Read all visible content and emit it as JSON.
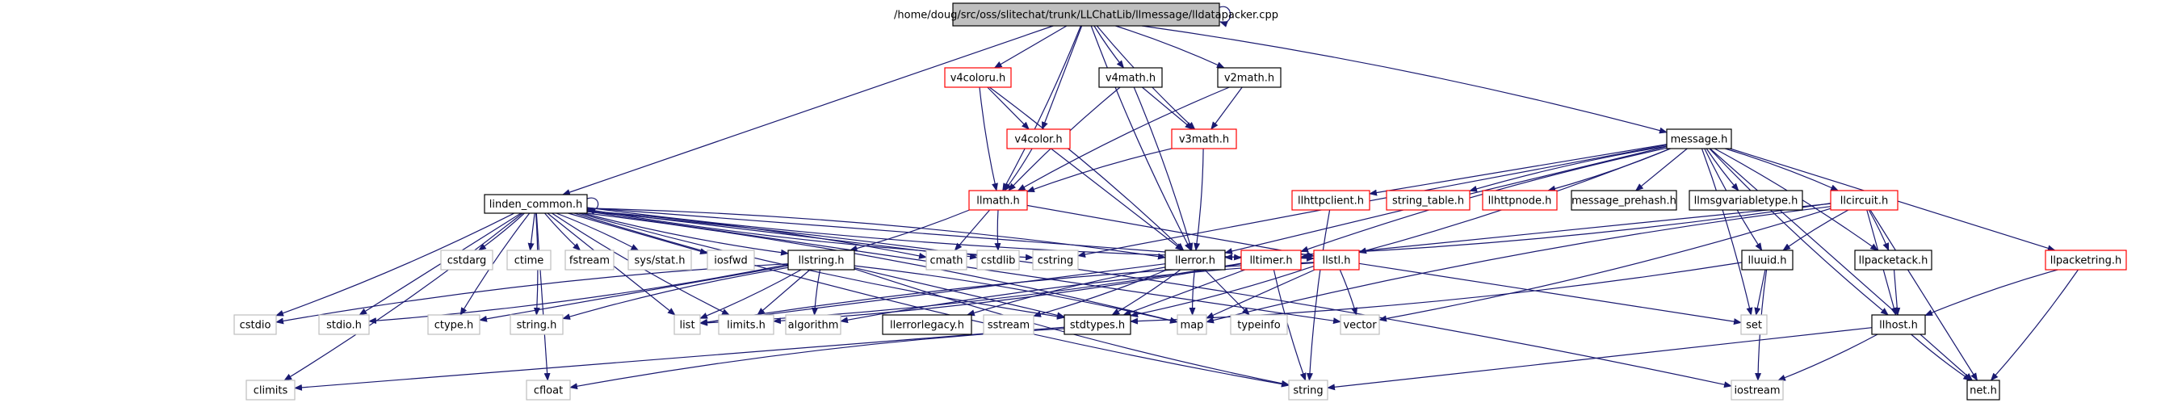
{
  "colors": {
    "edge": "#191970",
    "root_fill": "#bfbfbf",
    "normal_border": "#000000",
    "linked_border": "#ff0000",
    "system_border": "#bfbfbf",
    "fill": "#ffffff"
  },
  "nodes": [
    {
      "id": "root",
      "label": "/home/doug/src/oss/slitechat/trunk/LLChatLib/llmessage/lldatapacker.cpp",
      "kind": "root"
    },
    {
      "id": "v4coloru",
      "label": "v4coloru.h",
      "kind": "linked"
    },
    {
      "id": "v4math",
      "label": "v4math.h",
      "kind": "normal"
    },
    {
      "id": "v2math",
      "label": "v2math.h",
      "kind": "normal"
    },
    {
      "id": "v4color",
      "label": "v4color.h",
      "kind": "linked"
    },
    {
      "id": "v3math",
      "label": "v3math.h",
      "kind": "linked"
    },
    {
      "id": "message",
      "label": "message.h",
      "kind": "normal"
    },
    {
      "id": "linden_common",
      "label": "linden_common.h",
      "kind": "normal"
    },
    {
      "id": "llmath",
      "label": "llmath.h",
      "kind": "linked"
    },
    {
      "id": "llhttpclient",
      "label": "llhttpclient.h",
      "kind": "linked"
    },
    {
      "id": "string_table",
      "label": "string_table.h",
      "kind": "linked"
    },
    {
      "id": "llhttpnode",
      "label": "llhttpnode.h",
      "kind": "linked"
    },
    {
      "id": "message_prehash",
      "label": "message_prehash.h",
      "kind": "normal"
    },
    {
      "id": "llmsgvariabletype",
      "label": "llmsgvariabletype.h",
      "kind": "normal"
    },
    {
      "id": "llcircuit",
      "label": "llcircuit.h",
      "kind": "linked"
    },
    {
      "id": "cstdarg",
      "label": "cstdarg",
      "kind": "system"
    },
    {
      "id": "ctime",
      "label": "ctime",
      "kind": "system"
    },
    {
      "id": "fstream",
      "label": "fstream",
      "kind": "system"
    },
    {
      "id": "sysstat",
      "label": "sys/stat.h",
      "kind": "system"
    },
    {
      "id": "iosfwd",
      "label": "iosfwd",
      "kind": "system"
    },
    {
      "id": "llstring",
      "label": "llstring.h",
      "kind": "normal"
    },
    {
      "id": "cmath",
      "label": "cmath",
      "kind": "system"
    },
    {
      "id": "cstdlib",
      "label": "cstdlib",
      "kind": "system"
    },
    {
      "id": "cstring",
      "label": "cstring",
      "kind": "system"
    },
    {
      "id": "llerror",
      "label": "llerror.h",
      "kind": "normal"
    },
    {
      "id": "lltimer",
      "label": "lltimer.h",
      "kind": "linked"
    },
    {
      "id": "llstl",
      "label": "llstl.h",
      "kind": "linked"
    },
    {
      "id": "lluuid",
      "label": "lluuid.h",
      "kind": "normal"
    },
    {
      "id": "llpacketack",
      "label": "llpacketack.h",
      "kind": "normal"
    },
    {
      "id": "llpacketring",
      "label": "llpacketring.h",
      "kind": "linked"
    },
    {
      "id": "cstdio",
      "label": "cstdio",
      "kind": "system"
    },
    {
      "id": "stdioh",
      "label": "stdio.h",
      "kind": "system"
    },
    {
      "id": "ctypeh",
      "label": "ctype.h",
      "kind": "system"
    },
    {
      "id": "stringh",
      "label": "string.h",
      "kind": "system"
    },
    {
      "id": "list",
      "label": "list",
      "kind": "system"
    },
    {
      "id": "limitsh",
      "label": "limits.h",
      "kind": "system"
    },
    {
      "id": "algorithm",
      "label": "algorithm",
      "kind": "system"
    },
    {
      "id": "llerrorlegacy",
      "label": "llerrorlegacy.h",
      "kind": "normal"
    },
    {
      "id": "sstream",
      "label": "sstream",
      "kind": "system"
    },
    {
      "id": "stdtypes",
      "label": "stdtypes.h",
      "kind": "normal"
    },
    {
      "id": "map",
      "label": "map",
      "kind": "system"
    },
    {
      "id": "typeinfo",
      "label": "typeinfo",
      "kind": "system"
    },
    {
      "id": "vector",
      "label": "vector",
      "kind": "system"
    },
    {
      "id": "set",
      "label": "set",
      "kind": "system"
    },
    {
      "id": "llhost",
      "label": "llhost.h",
      "kind": "normal"
    },
    {
      "id": "climits",
      "label": "climits",
      "kind": "system"
    },
    {
      "id": "cfloat",
      "label": "cfloat",
      "kind": "system"
    },
    {
      "id": "string",
      "label": "string",
      "kind": "system"
    },
    {
      "id": "iostream",
      "label": "iostream",
      "kind": "system"
    },
    {
      "id": "neth",
      "label": "net.h",
      "kind": "normal"
    }
  ],
  "edges": [
    [
      "root",
      "root"
    ],
    [
      "root",
      "v4coloru"
    ],
    [
      "root",
      "v4math"
    ],
    [
      "root",
      "v2math"
    ],
    [
      "root",
      "v4color"
    ],
    [
      "root",
      "v3math"
    ],
    [
      "root",
      "message"
    ],
    [
      "root",
      "linden_common"
    ],
    [
      "root",
      "llerror"
    ],
    [
      "root",
      "llmath"
    ],
    [
      "v4coloru",
      "v4color"
    ],
    [
      "v4coloru",
      "llmath"
    ],
    [
      "v4coloru",
      "llerror"
    ],
    [
      "v4math",
      "v3math"
    ],
    [
      "v4math",
      "llmath"
    ],
    [
      "v4math",
      "llerror"
    ],
    [
      "v2math",
      "v3math"
    ],
    [
      "v2math",
      "llmath"
    ],
    [
      "v4color",
      "llmath"
    ],
    [
      "v4color",
      "llerror"
    ],
    [
      "v3math",
      "llmath"
    ],
    [
      "v3math",
      "llerror"
    ],
    [
      "llmath",
      "cmath"
    ],
    [
      "llmath",
      "cstdlib"
    ],
    [
      "llmath",
      "llstring"
    ],
    [
      "llmath",
      "llstl"
    ],
    [
      "linden_common",
      "linden_common"
    ],
    [
      "linden_common",
      "cstdarg"
    ],
    [
      "linden_common",
      "ctime"
    ],
    [
      "linden_common",
      "fstream"
    ],
    [
      "linden_common",
      "sysstat"
    ],
    [
      "linden_common",
      "iosfwd"
    ],
    [
      "linden_common",
      "llstring"
    ],
    [
      "linden_common",
      "cmath"
    ],
    [
      "linden_common",
      "cstdlib"
    ],
    [
      "linden_common",
      "cstring"
    ],
    [
      "linden_common",
      "llerror"
    ],
    [
      "linden_common",
      "lltimer"
    ],
    [
      "linden_common",
      "llstl"
    ],
    [
      "linden_common",
      "cstdio"
    ],
    [
      "linden_common",
      "stdioh"
    ],
    [
      "linden_common",
      "ctypeh"
    ],
    [
      "linden_common",
      "stringh"
    ],
    [
      "linden_common",
      "list"
    ],
    [
      "linden_common",
      "limitsh"
    ],
    [
      "linden_common",
      "map"
    ],
    [
      "linden_common",
      "vector"
    ],
    [
      "linden_common",
      "stdtypes"
    ],
    [
      "linden_common",
      "climits"
    ],
    [
      "linden_common",
      "cfloat"
    ],
    [
      "linden_common",
      "string"
    ],
    [
      "linden_common",
      "iostream"
    ],
    [
      "message",
      "llhttpclient"
    ],
    [
      "message",
      "string_table"
    ],
    [
      "message",
      "llhttpnode"
    ],
    [
      "message",
      "message_prehash"
    ],
    [
      "message",
      "llmsgvariabletype"
    ],
    [
      "message",
      "llcircuit"
    ],
    [
      "message",
      "llerror"
    ],
    [
      "message",
      "lltimer"
    ],
    [
      "message",
      "llstl"
    ],
    [
      "message",
      "cstring"
    ],
    [
      "message",
      "lluuid"
    ],
    [
      "message",
      "llpacketack"
    ],
    [
      "message",
      "llpacketring"
    ],
    [
      "message",
      "llhost"
    ],
    [
      "message",
      "set"
    ],
    [
      "message",
      "neth"
    ],
    [
      "llhttpclient",
      "string"
    ],
    [
      "llcircuit",
      "llerror"
    ],
    [
      "llcircuit",
      "lltimer"
    ],
    [
      "llcircuit",
      "lluuid"
    ],
    [
      "llcircuit",
      "llpacketack"
    ],
    [
      "llcircuit",
      "llhost"
    ],
    [
      "llcircuit",
      "map"
    ],
    [
      "llcircuit",
      "vector"
    ],
    [
      "llcircuit",
      "neth"
    ],
    [
      "llstring",
      "cstdio"
    ],
    [
      "llstring",
      "stdioh"
    ],
    [
      "llstring",
      "ctypeh"
    ],
    [
      "llstring",
      "stringh"
    ],
    [
      "llstring",
      "list"
    ],
    [
      "llstring",
      "limitsh"
    ],
    [
      "llstring",
      "algorithm"
    ],
    [
      "llstring",
      "map"
    ],
    [
      "llstring",
      "stdtypes"
    ],
    [
      "llstring",
      "string"
    ],
    [
      "llerror",
      "sstream"
    ],
    [
      "llerror",
      "typeinfo"
    ],
    [
      "llerror",
      "llerrorlegacy"
    ],
    [
      "llerror",
      "stdtypes"
    ],
    [
      "llerror",
      "list"
    ],
    [
      "llerror",
      "map"
    ],
    [
      "lltimer",
      "limitsh"
    ],
    [
      "lltimer",
      "stdtypes"
    ],
    [
      "lltimer",
      "string"
    ],
    [
      "lltimer",
      "list"
    ],
    [
      "llstl",
      "map"
    ],
    [
      "llstl",
      "list"
    ],
    [
      "llstl",
      "vector"
    ],
    [
      "llstl",
      "set"
    ],
    [
      "llstl",
      "algorithm"
    ],
    [
      "llstl",
      "stdtypes"
    ],
    [
      "lluuid",
      "set"
    ],
    [
      "lluuid",
      "iostream"
    ],
    [
      "lluuid",
      "stdtypes"
    ],
    [
      "llpacketack",
      "llhost"
    ],
    [
      "llpacketring",
      "llhost"
    ],
    [
      "llpacketring",
      "neth"
    ],
    [
      "stdtypes",
      "climits"
    ],
    [
      "stdtypes",
      "cfloat"
    ],
    [
      "llhost",
      "iostream"
    ],
    [
      "llhost",
      "string"
    ],
    [
      "llhost",
      "neth"
    ]
  ]
}
